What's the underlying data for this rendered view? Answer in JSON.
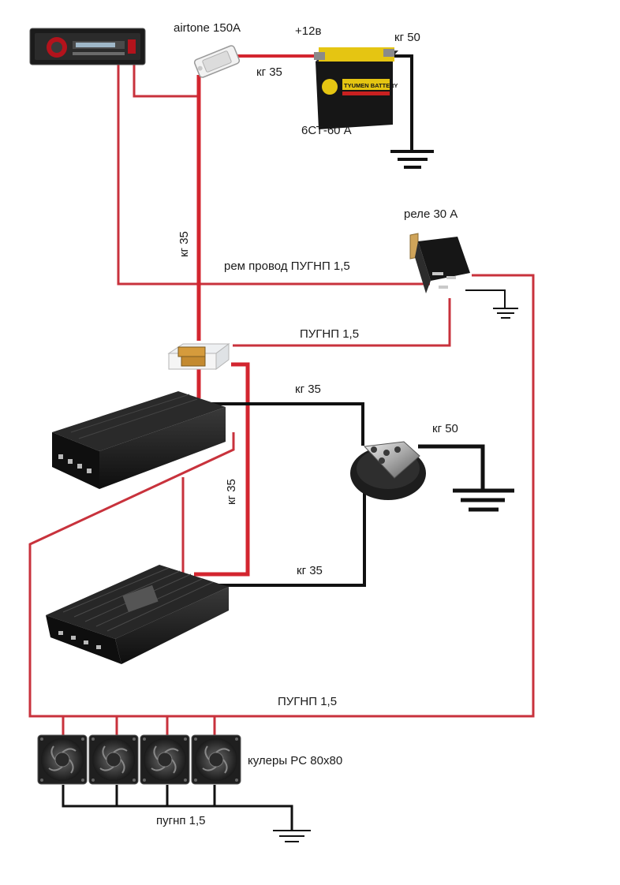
{
  "colors": {
    "power": "#d3252f",
    "ground": "#111111",
    "signal": "#c8323c",
    "background": "#ffffff"
  },
  "labels": {
    "fuse_main": "airtone 150A",
    "battery_plus": "+12в",
    "battery_ground_wire": "кг 50",
    "battery_to_fuse_wire": "кг 35",
    "battery_model": "6СТ-60 А",
    "relay": "реле 30 А",
    "main_power_wire": "кг 35",
    "remote_wire": "рем провод ПУГНП 1,5",
    "relay_to_block_wire": "ПУГНП 1,5",
    "amp1_ground_wire": "кг 35",
    "ground_block_wire": "кг 50",
    "amp2_power_wire": "кг 35",
    "amp2_ground_wire": "кг 35",
    "fan_power_wire": "ПУГНП 1,5",
    "fans": "кулеры PC 80x80",
    "fan_ground_wire": "пугнп 1,5"
  },
  "device_text": {
    "battery_brand": "TYUMEN BATTERY"
  },
  "icons": [
    "head-unit-icon",
    "fuse-holder-icon",
    "battery-icon",
    "relay-icon",
    "distribution-block-icon",
    "amplifier-icon",
    "ground-terminal-icon",
    "fan-icon",
    "ground-symbol-icon"
  ]
}
